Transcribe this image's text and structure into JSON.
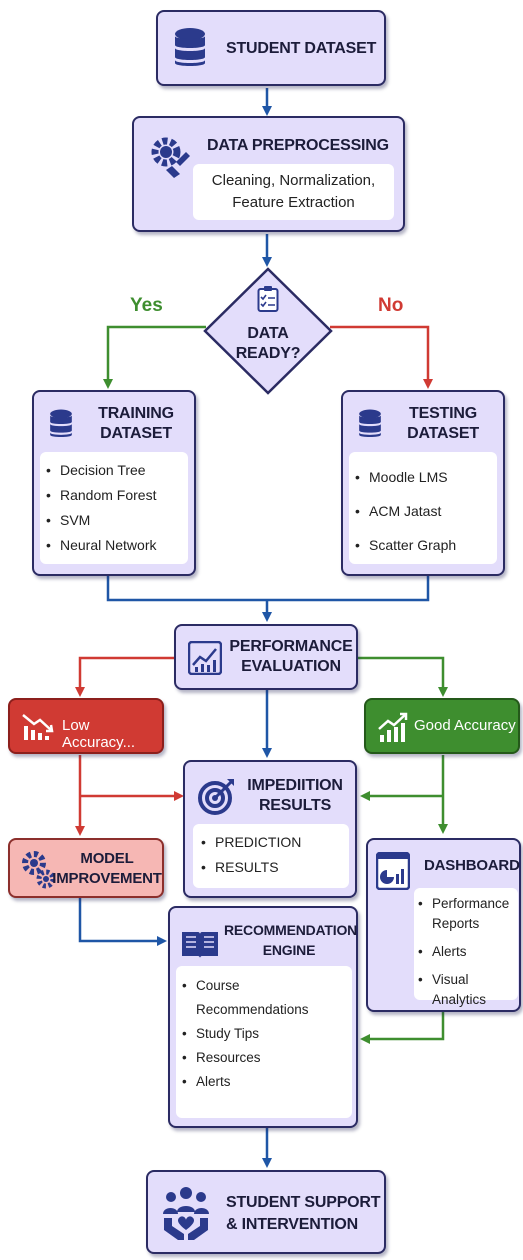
{
  "colors": {
    "blue": "#1f56a6",
    "green": "#3e8e2f",
    "red": "#d03a33",
    "box_fill": "#e3ddfb",
    "box_border": "#2b2b63",
    "icon": "#2b3a8c"
  },
  "student_dataset": {
    "title": "STUDENT DATASET",
    "icon": "database-icon"
  },
  "preprocessing": {
    "title": "DATA PREPROCESSING",
    "detail_line1": "Cleaning, Normalization,",
    "detail_line2": "Feature Extraction",
    "icon": "gear-brush-icon"
  },
  "decision": {
    "line1": "DATA",
    "line2": "READY?",
    "icon": "clipboard-checklist-icon",
    "yes_label": "Yes",
    "no_label": "No"
  },
  "training": {
    "title_line1": "TRAINING",
    "title_line2": "DATASET",
    "icon": "database-icon",
    "items": [
      "Decision Tree",
      "Random Forest",
      "SVM",
      "Neural Network"
    ]
  },
  "testing": {
    "title_line1": "TESTING",
    "title_line2": "DATASET",
    "icon": "database-icon",
    "items": [
      "Moodle LMS",
      "ACM Jatast",
      "Scatter Graph"
    ]
  },
  "evaluation": {
    "title_line1": "PERFORMANCE",
    "title_line2": "EVALUATION",
    "icon": "line-chart-icon"
  },
  "low_accuracy": {
    "label": "Low Accuracy...",
    "icon": "declining-bars-icon"
  },
  "good_accuracy": {
    "label": "Good Accuracy",
    "icon": "rising-bars-icon"
  },
  "results": {
    "title_line1": "IMPEDIITION",
    "title_line2": "RESULTS",
    "icon": "target-icon",
    "items": [
      "PREDICTION",
      "RESULTS"
    ]
  },
  "model_improvement": {
    "title_line1": "MODEL",
    "title_line2": "IMPROVEMENT",
    "icon": "gears-icon"
  },
  "dashboard": {
    "title": "DASHBOARD",
    "icon": "dashboard-icon",
    "items": [
      "Performance Reports",
      "Alerts",
      "Visual Analytics"
    ]
  },
  "recommendation": {
    "title_line1": "RECOMMENDATION",
    "title_line2": "ENGINE",
    "icon": "book-icon",
    "items": [
      "Course Recommendations",
      "Study Tips",
      "Resources",
      "Alerts"
    ]
  },
  "support": {
    "title_line1": "STUDENT SUPPORT",
    "title_line2": "& INTERVENTION",
    "icon": "people-hands-icon"
  }
}
